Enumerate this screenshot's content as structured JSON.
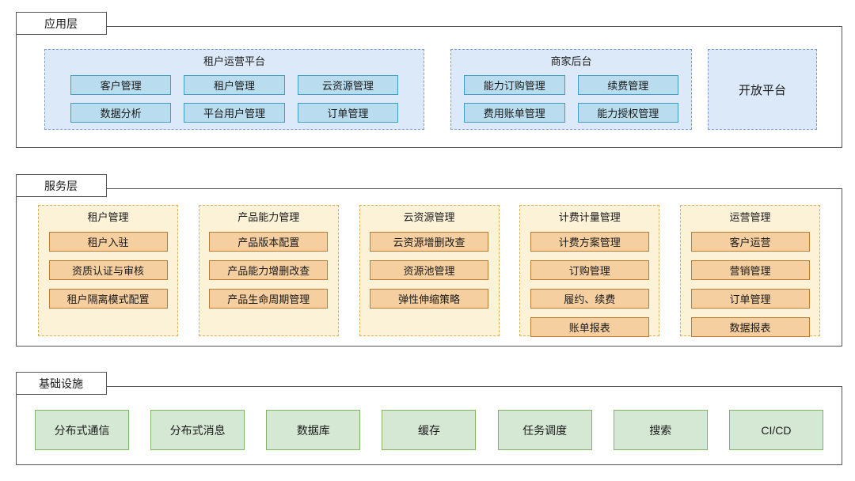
{
  "colors": {
    "layer_border": "#555555",
    "app_group_fill": "#dce9f8",
    "app_group_border": "#7d9bd2",
    "app_box_fill": "#b9dcee",
    "app_box_border": "#3e9dc7",
    "service_group_fill": "#fcf2d8",
    "service_group_border": "#ddae58",
    "service_box_fill": "#f5cfa0",
    "service_box_border": "#bc7d33",
    "infra_box_fill": "#d5e8d4",
    "infra_box_border": "#82b366"
  },
  "layers": [
    {
      "label": "应用层",
      "groups": [
        {
          "title": "租户运营平台",
          "items": [
            "客户管理",
            "租户管理",
            "云资源管理",
            "数据分析",
            "平台用户管理",
            "订单管理"
          ]
        },
        {
          "title": "商家后台",
          "items": [
            "能力订购管理",
            "续费管理",
            "费用账单管理",
            "能力授权管理"
          ]
        },
        {
          "title": "开放平台",
          "items": []
        }
      ]
    },
    {
      "label": "服务层",
      "groups": [
        {
          "title": "租户管理",
          "items": [
            "租户入驻",
            "资质认证与审核",
            "租户隔离模式配置"
          ]
        },
        {
          "title": "产品能力管理",
          "items": [
            "产品版本配置",
            "产品能力增删改查",
            "产品生命周期管理"
          ]
        },
        {
          "title": "云资源管理",
          "items": [
            "云资源增删改查",
            "资源池管理",
            "弹性伸缩策略"
          ]
        },
        {
          "title": "计费计量管理",
          "items": [
            "计费方案管理",
            "订购管理",
            "履约、续费",
            "账单报表"
          ]
        },
        {
          "title": "运营管理",
          "items": [
            "客户运营",
            "营销管理",
            "订单管理",
            "数据报表"
          ]
        }
      ]
    },
    {
      "label": "基础设施",
      "items": [
        "分布式通信",
        "分布式消息",
        "数据库",
        "缓存",
        "任务调度",
        "搜索",
        "CI/CD"
      ]
    }
  ]
}
